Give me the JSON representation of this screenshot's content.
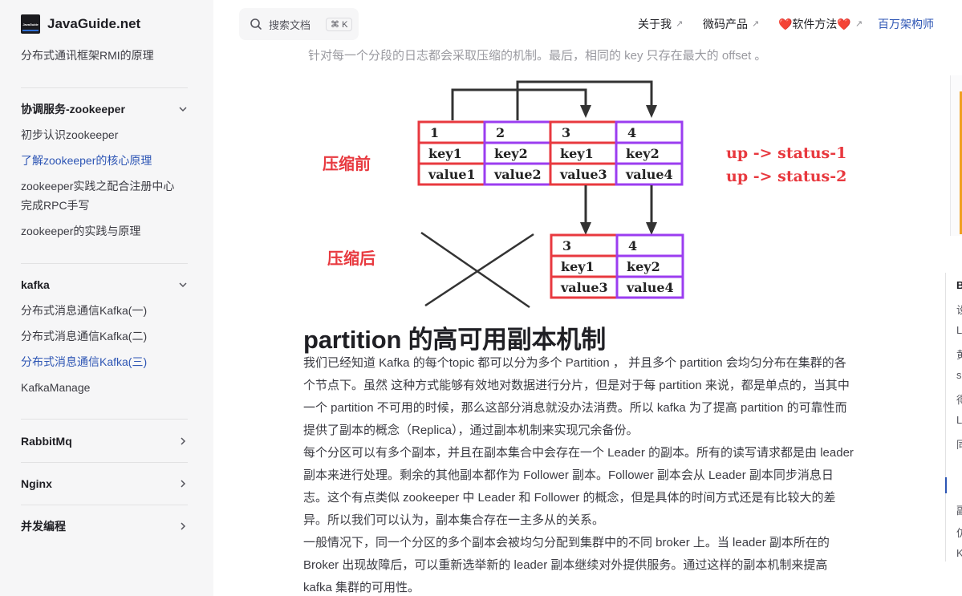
{
  "brand": {
    "name": "JavaGuide.net",
    "logo_text": "JavaGuide"
  },
  "search": {
    "placeholder": "搜索文档",
    "shortcut": "⌘ K"
  },
  "topnav": [
    {
      "label": "关于我",
      "arrow": "↗"
    },
    {
      "label": "微码产品",
      "arrow": "↗"
    },
    {
      "label": "❤️软件方法❤️",
      "arrow": "↗"
    },
    {
      "label": "百万架构师",
      "arrow": ""
    }
  ],
  "sidebar": {
    "top_item": "分布式通讯框架RMI的原理",
    "sections": [
      {
        "title": "协调服务-zookeeper",
        "expanded": true,
        "items": [
          "初步认识zookeeper",
          "了解zookeeper的核心原理",
          "zookeeper实践之配合注册中心完成RPC手写",
          "zookeeper的实践与原理"
        ],
        "active_index": 1
      },
      {
        "title": "kafka",
        "expanded": true,
        "items": [
          "分布式消息通信Kafka(一)",
          "分布式消息通信Kafka(二)",
          "分布式消息通信Kafka(三)",
          "KafkaManage"
        ],
        "active_index": 2
      },
      {
        "title": "RabbitMq",
        "expanded": false,
        "items": []
      },
      {
        "title": "Nginx",
        "expanded": false,
        "items": []
      },
      {
        "title": "并发编程",
        "expanded": false,
        "items": []
      }
    ]
  },
  "article": {
    "intro": "针对每一个分段的日志都会采取压缩的机制。最后，相同的 key 只存在最大的 offset 。",
    "diagram": {
      "before_label": "压缩前",
      "after_label": "压缩后",
      "before_cells": [
        {
          "num": "1",
          "key": "key1",
          "value": "value1"
        },
        {
          "num": "2",
          "key": "key2",
          "value": "value2"
        },
        {
          "num": "3",
          "key": "key1",
          "value": "value3"
        },
        {
          "num": "4",
          "key": "key2",
          "value": "value4"
        }
      ],
      "after_cells": [
        {
          "num": "3",
          "key": "key1",
          "value": "value3"
        },
        {
          "num": "4",
          "key": "key2",
          "value": "value4"
        }
      ],
      "status_lines": [
        "up -> status-1",
        "up -> status-2"
      ],
      "colors": {
        "red": "#e8393f",
        "purple": "#9b3df0",
        "arrow": "#333333"
      }
    },
    "heading": "partition 的高可用副本机制",
    "paragraphs": [
      " 我们已经知道 Kafka 的每个topic 都可以分为多个 Partition ， 并且多个 partition 会均匀分布在集群的各个节点下。虽然 这种方式能够有效地对数据进行分片，但是对于每 partition 来说，都是单点的，当其中一个 partition 不可用的时候，那么这部分消息就没办法消费。所以 kafka 为了提高 partition 的可靠性而提供了副本的概念（Replica），通过副本机制来实现冗余备份。",
      " 每个分区可以有多个副本，并且在副本集合中会存在一个 Leader 的副本。所有的读写请求都是由 leader 副本来进行处理。剩余的其他副本都作为 Follower 副本。Follower 副本会从 Leader 副本同步消息日志。这个有点类似 zookeeper 中 Leader 和 Follower 的概念，但是具体的时间方式还是有比较大的差异。所以我们可以认为，副本集合存在一主多从的关系。",
      " 一般情况下，同一个分区的多个副本会被均匀分配到集群中的不同 broker 上。当 leader 副本所在的 Broker 出现故障后，可以重新选举新的 leader 副本继续对外提供服务。通过这样的副本机制来提高 kafka 集群的可用性。"
    ]
  },
  "toc_fragment": [
    "B",
    "设",
    "L",
    "黄",
    "s",
    "得",
    "L",
    "同",
    "副",
    "仿",
    "K"
  ]
}
